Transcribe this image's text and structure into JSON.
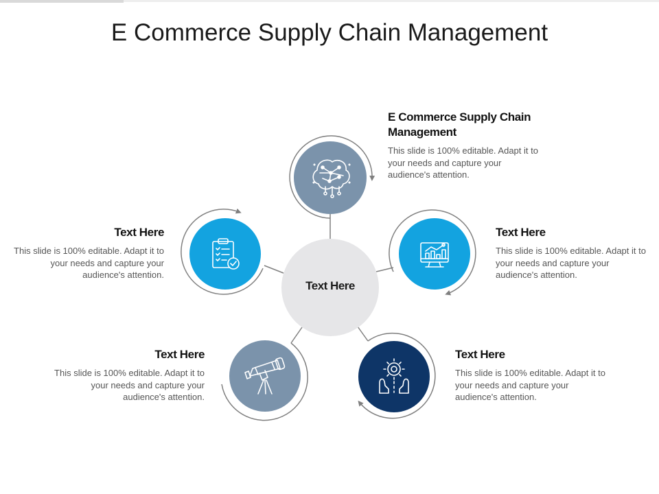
{
  "title": "E Commerce Supply Chain Management",
  "center": {
    "label": "Text Here"
  },
  "colors": {
    "gray_blue": "#7b93ab",
    "bright_blue": "#13a3e0",
    "navy": "#0e3567",
    "center": "#e6e6e8",
    "arc": "#7f7f7f"
  },
  "nodes": [
    {
      "icon": "brain-network-icon",
      "color": "gray_blue",
      "heading": "E Commerce Supply Chain Management",
      "text": "This slide is 100% editable. Adapt it to your needs and capture your audience's attention."
    },
    {
      "icon": "monitor-chart-icon",
      "color": "bright_blue",
      "heading": "Text Here",
      "text": "This slide is 100% editable. Adapt it to your needs and capture your audience's attention."
    },
    {
      "icon": "hands-lightbulb-gear-icon",
      "color": "navy",
      "heading": "Text Here",
      "text": "This slide is 100% editable. Adapt it to your needs and capture your audience's attention."
    },
    {
      "icon": "telescope-icon",
      "color": "gray_blue",
      "heading": "Text Here",
      "text": "This slide is 100% editable. Adapt it to your needs and capture your audience's attention."
    },
    {
      "icon": "clipboard-checklist-icon",
      "color": "bright_blue",
      "heading": "Text Here",
      "text": "This slide is 100% editable. Adapt it to your needs and capture your audience's attention."
    }
  ]
}
